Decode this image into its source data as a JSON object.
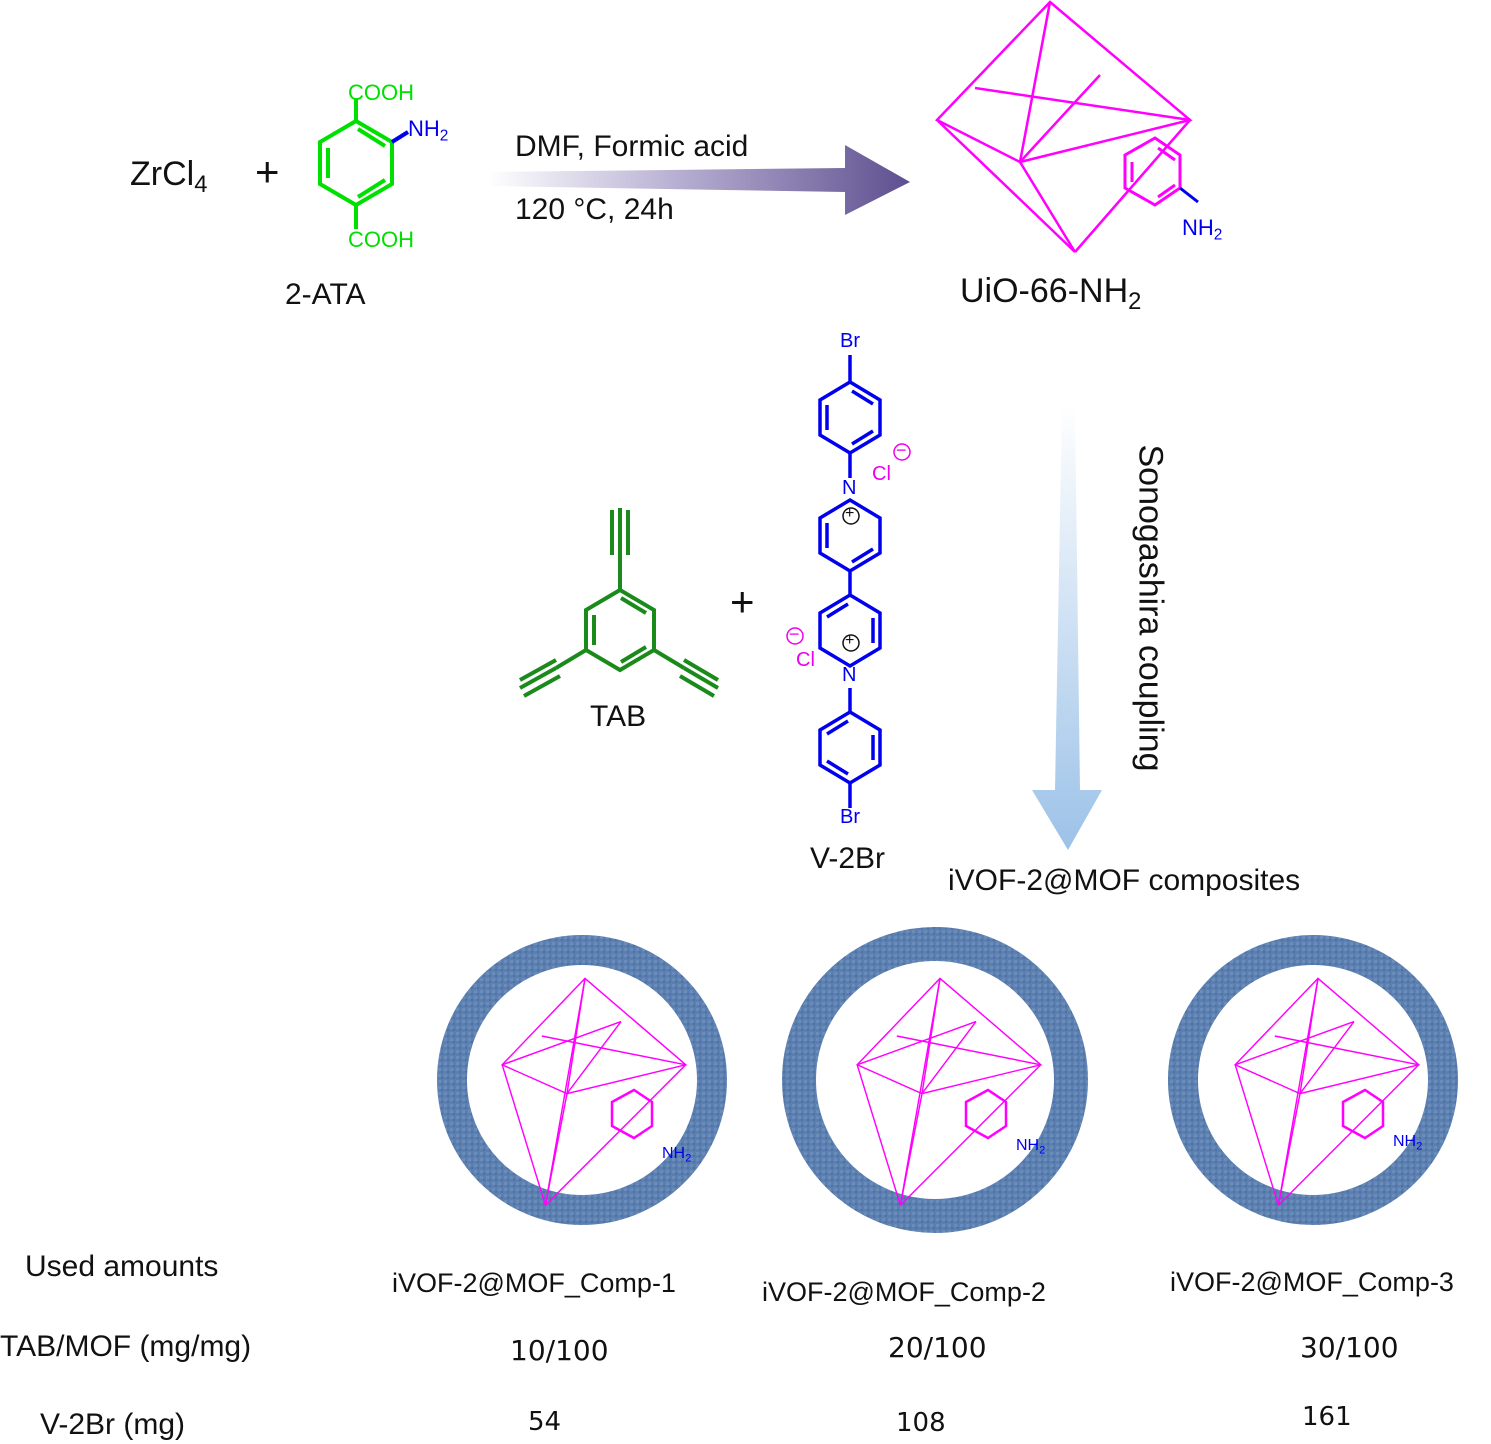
{
  "reaction1": {
    "reagent": "ZrCl",
    "reagent_sub": "4",
    "plus": "+",
    "linker_label": "2-ATA",
    "linker_cooh_top": "COOH",
    "linker_cooh_bottom": "COOH",
    "linker_nh2": "NH",
    "linker_nh2_sub": "2",
    "condition_1": "DMF, Formic acid",
    "condition_2": "120 °C, 24h",
    "product": "UiO-66-NH",
    "product_sub": "2",
    "product_nh2": "NH",
    "product_nh2_sub": "2"
  },
  "reaction2": {
    "tab_label": "TAB",
    "plus": "+",
    "v2br_label": "V-2Br",
    "br_top": "Br",
    "br_bottom": "Br",
    "cl_top": "Cl",
    "cl_bottom": "Cl",
    "n_top": "N",
    "n_bottom": "N",
    "charge_plus": "+",
    "charge_minus": "−",
    "step_label": "Sonogashira coupling",
    "product_label": "iVOF-2@MOF composites"
  },
  "composites": [
    {
      "name": "iVOF-2@MOF_Comp-1",
      "tab_mof": "10/100",
      "v2br": "54",
      "nh2": "NH",
      "nh2_sub": "2"
    },
    {
      "name": "iVOF-2@MOF_Comp-2",
      "tab_mof": "20/100",
      "v2br": "108",
      "nh2": "NH",
      "nh2_sub": "2"
    },
    {
      "name": "iVOF-2@MOF_Comp-3",
      "tab_mof": "30/100",
      "v2br": "161",
      "nh2": "NH",
      "nh2_sub": "2"
    }
  ],
  "table_labels": {
    "header": "Used amounts",
    "row1": "TAB/MOF (mg/mg)",
    "row2": "V-2Br (mg)"
  },
  "colors": {
    "octahedron": "#ff00ff",
    "linker_green": "#00e000",
    "tab_green": "#1a8a1a",
    "v2br_blue": "#0000ee",
    "chloride_magenta": "#ee00ee",
    "shell_blue": "#5b7fb0",
    "arrow_purple": "#6a5a9a",
    "arrow_lightblue": "#a8c8ea"
  }
}
